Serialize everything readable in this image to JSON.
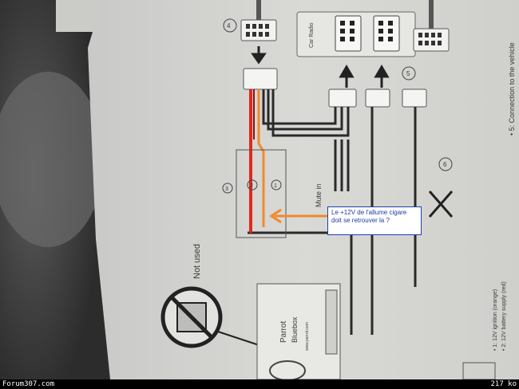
{
  "photo": {
    "connector_numbers": [
      "4",
      "5",
      "6",
      "3",
      "2",
      "1"
    ],
    "radio_label": "Car Radio",
    "mute_label": "Mute in",
    "not_used_label": "Not used",
    "box_brand": "Parrot",
    "box_model": "Bluebox",
    "box_site": "www.parrot.com",
    "right_edge_text": "• 5: Connection to the vehicle",
    "legend_line_1": "• 1: 12V ignition (orange)",
    "legend_line_2": "• 2: 12V battery supply (red)"
  },
  "callout": {
    "text": "Le +12V de l'allume cigare doit se retrouver la ?"
  },
  "footer": {
    "site": "Forum307.com",
    "size": "217 ko"
  },
  "colors": {
    "red_wire": "#e0281e",
    "orange_wire": "#f08a2c",
    "paper": "#d6d6d2"
  }
}
